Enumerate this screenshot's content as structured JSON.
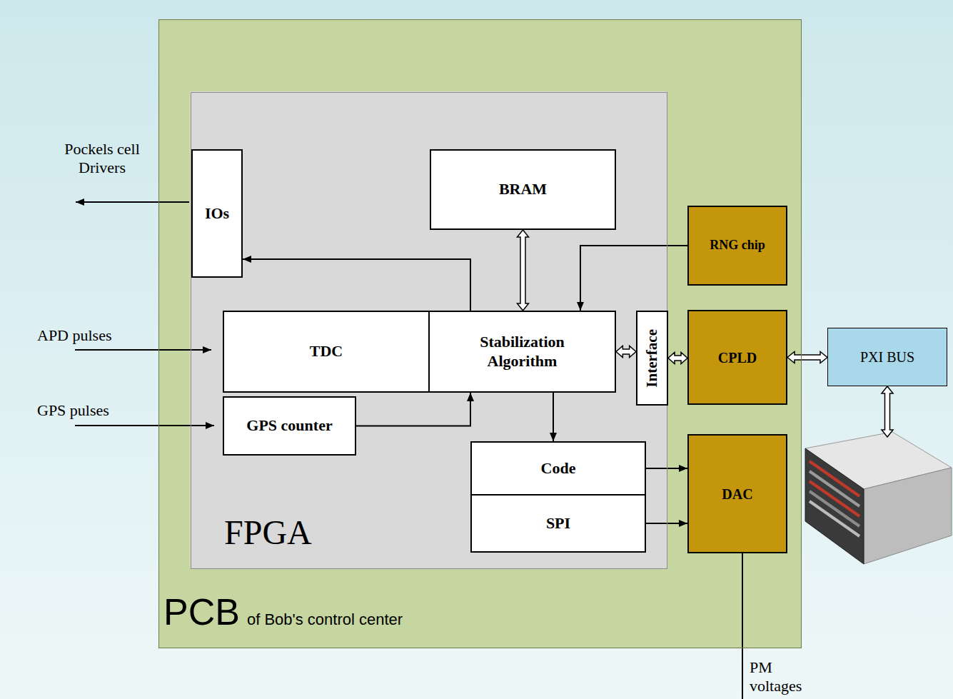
{
  "diagram": {
    "nodes": [
      {
        "text": [
          "PCB",
          "of Bob's control center"
        ]
      },
      {
        "text": [
          "FPGA"
        ],
        "in": 0
      },
      {
        "text": [
          "IOs"
        ],
        "in": 1
      },
      {
        "text": [
          "BRAM"
        ],
        "in": 1
      },
      {
        "text": [
          "TDC"
        ],
        "in": 1
      },
      {
        "text": [
          "Stabilization Algorithm"
        ],
        "in": 1
      },
      {
        "text": [
          "GPS counter"
        ],
        "in": 1
      },
      {
        "text": [
          "Code"
        ],
        "in": 1
      },
      {
        "text": [
          "SPI"
        ],
        "in": 1
      },
      {
        "text": [
          "Interface"
        ],
        "in": 1
      },
      {
        "text": [
          "RNG chip"
        ],
        "in": 0
      },
      {
        "text": [
          "CPLD"
        ],
        "in": 0
      },
      {
        "text": [
          "DAC"
        ],
        "in": 0
      },
      {
        "text": [
          "PXI BUS"
        ]
      }
    ],
    "edges": [
      {
        "from": 3,
        "to": 5,
        "arrow": "both"
      },
      {
        "from": 5,
        "to": 2,
        "arrow": "to"
      },
      {
        "from": 10,
        "to": 5,
        "arrow": "to"
      },
      {
        "from": 5,
        "to": 9,
        "arrow": "both"
      },
      {
        "from": 9,
        "to": 11,
        "arrow": "both"
      },
      {
        "from": 11,
        "to": 13,
        "arrow": "both"
      },
      {
        "from": 6,
        "to": 5,
        "arrow": "to"
      },
      {
        "from": 5,
        "to": 7,
        "arrow": "to"
      },
      {
        "from": 7,
        "to": 12,
        "arrow": "to"
      },
      {
        "from": 8,
        "to": 12,
        "arrow": "to"
      }
    ],
    "labels": [
      "Pockels cell Drivers",
      "APD pulses",
      "GPS pulses",
      "PM voltages"
    ]
  }
}
